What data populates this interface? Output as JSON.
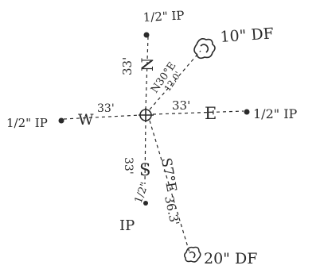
{
  "labels": {
    "north_pin": "1/2\" IP",
    "north_dist": "33'",
    "north_dir": "N",
    "north_tree": "10\" DF",
    "north_tree_bearing": "N30°E",
    "north_tree_dist": "12.0'",
    "west_pin": "1/2\" IP",
    "west_dist": "33'",
    "west_dir": "W",
    "east_dist": "33'",
    "east_dir": "E",
    "east_pin": "1/2\" IP",
    "south_dist": "33'",
    "south_dir": "S",
    "south_pin_size": "1/2\"",
    "south_pin_type": "IP",
    "south_tree_bearing": "S7°E",
    "south_tree_dist": "36.3'",
    "south_tree": "20\" DF"
  },
  "colors": {
    "ink": "#2a2a2a",
    "paper": "#ffffff"
  },
  "icons": {
    "center": "circle-cross-icon",
    "pins": "filled-dot-icon",
    "trees": "tree-scribble-icon"
  }
}
